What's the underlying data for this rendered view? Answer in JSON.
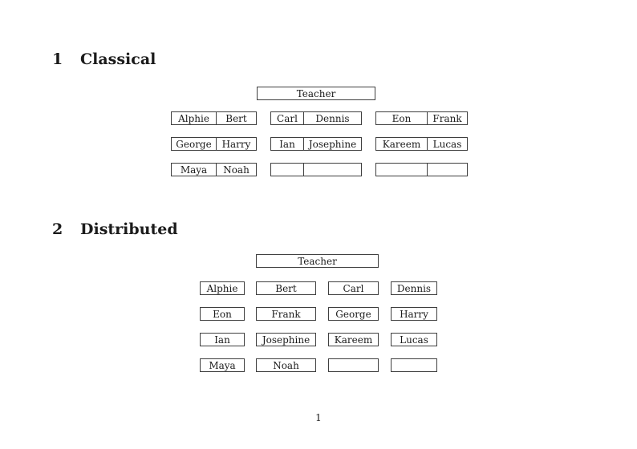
{
  "page_number": "1",
  "sections": [
    {
      "number": "1",
      "title": "Classical"
    },
    {
      "number": "2",
      "title": "Distributed"
    }
  ],
  "classical": {
    "teacher_label": "Teacher",
    "rows": [
      [
        [
          "Alphie",
          "Bert"
        ],
        [
          "Carl",
          "Dennis"
        ],
        [
          "Eon",
          "Frank"
        ]
      ],
      [
        [
          "George",
          "Harry"
        ],
        [
          "Ian",
          "Josephine"
        ],
        [
          "Kareem",
          "Lucas"
        ]
      ],
      [
        [
          "Maya",
          "Noah"
        ],
        [
          "",
          ""
        ],
        [
          "",
          ""
        ]
      ]
    ]
  },
  "distributed": {
    "teacher_label": "Teacher",
    "rows": [
      [
        "Alphie",
        "Bert",
        "Carl",
        "Dennis"
      ],
      [
        "Eon",
        "Frank",
        "George",
        "Harry"
      ],
      [
        "Ian",
        "Josephine",
        "Kareem",
        "Lucas"
      ],
      [
        "Maya",
        "Noah",
        "",
        ""
      ]
    ]
  },
  "colors": {
    "background": "#ffffff",
    "text": "#1b1b1b",
    "border": "#3f3f3f"
  }
}
